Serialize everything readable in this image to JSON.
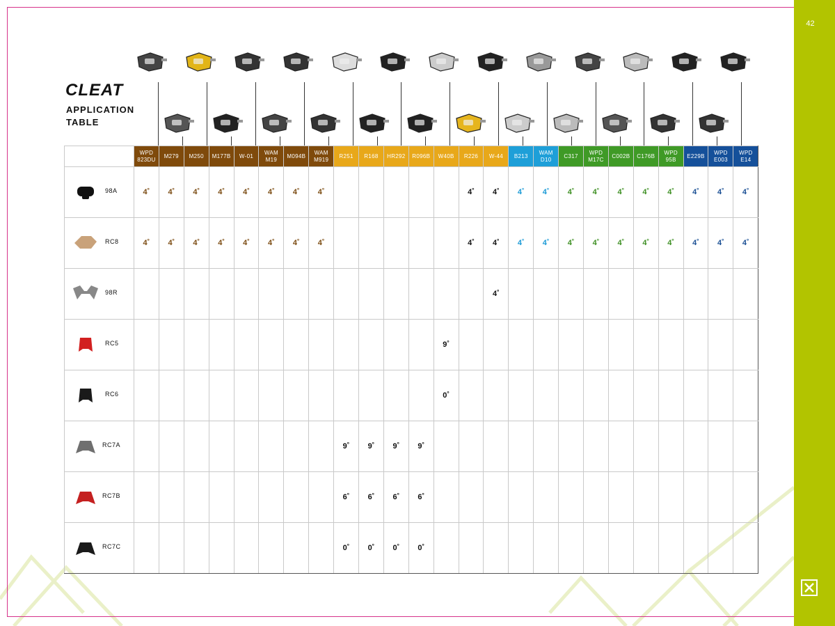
{
  "page_number": "42",
  "title": "CLEAT",
  "subtitle_lines": [
    "APPLICATION",
    "TABLE"
  ],
  "colors": {
    "brown": "#7f4a0b",
    "gold": "#e8a81a",
    "light_blue": "#1e9fd8",
    "green": "#3f9a26",
    "dark_blue": "#15509a",
    "sidebar": "#b2c400",
    "frame": "#d6328a"
  },
  "columns": [
    {
      "l1": "WPD",
      "l2": "823DU",
      "group": "brown"
    },
    {
      "l1": "M279",
      "l2": "",
      "group": "brown"
    },
    {
      "l1": "M250",
      "l2": "",
      "group": "brown"
    },
    {
      "l1": "M177B",
      "l2": "",
      "group": "brown"
    },
    {
      "l1": "W-01",
      "l2": "",
      "group": "brown"
    },
    {
      "l1": "WAM",
      "l2": "M19",
      "group": "brown"
    },
    {
      "l1": "M094B",
      "l2": "",
      "group": "brown"
    },
    {
      "l1": "WAM",
      "l2": "M919",
      "group": "brown"
    },
    {
      "l1": "R251",
      "l2": "",
      "group": "gold"
    },
    {
      "l1": "R168",
      "l2": "",
      "group": "gold"
    },
    {
      "l1": "HR292",
      "l2": "",
      "group": "gold"
    },
    {
      "l1": "R096B",
      "l2": "",
      "group": "gold"
    },
    {
      "l1": "W40B",
      "l2": "",
      "group": "gold"
    },
    {
      "l1": "R226",
      "l2": "",
      "group": "gold"
    },
    {
      "l1": "W-44",
      "l2": "",
      "group": "gold"
    },
    {
      "l1": "B213",
      "l2": "",
      "group": "light_blue"
    },
    {
      "l1": "WAM",
      "l2": "D10",
      "group": "light_blue"
    },
    {
      "l1": "C317",
      "l2": "",
      "group": "green"
    },
    {
      "l1": "WPD",
      "l2": "M17C",
      "group": "green"
    },
    {
      "l1": "C002B",
      "l2": "",
      "group": "green"
    },
    {
      "l1": "C176B",
      "l2": "",
      "group": "green"
    },
    {
      "l1": "WPD",
      "l2": "95B",
      "group": "green"
    },
    {
      "l1": "E229B",
      "l2": "",
      "group": "dark_blue"
    },
    {
      "l1": "WPD",
      "l2": "E003",
      "group": "dark_blue"
    },
    {
      "l1": "WPD",
      "l2": "E14",
      "group": "dark_blue"
    }
  ],
  "pedal_icons": [
    {
      "name": "WPD 823DU",
      "color": "#444444"
    },
    {
      "name": "M279",
      "color": "#555555"
    },
    {
      "name": "M250",
      "color": "#e2b518"
    },
    {
      "name": "M177B",
      "color": "#222222"
    },
    {
      "name": "W-01",
      "color": "#333333"
    },
    {
      "name": "WAM M19",
      "color": "#444444"
    },
    {
      "name": "M094B",
      "color": "#333333"
    },
    {
      "name": "WAM M919",
      "color": "#333333"
    },
    {
      "name": "R251",
      "color": "#dddddd"
    },
    {
      "name": "R168",
      "color": "#222222"
    },
    {
      "name": "HR292",
      "color": "#222222"
    },
    {
      "name": "R096B",
      "color": "#222222"
    },
    {
      "name": "W40B",
      "color": "#cccccc"
    },
    {
      "name": "R226",
      "color": "#e6b51e"
    },
    {
      "name": "W-44",
      "color": "#222222"
    },
    {
      "name": "B213",
      "color": "#cccccc"
    },
    {
      "name": "WAM D10",
      "color": "#999999"
    },
    {
      "name": "C317",
      "color": "#bbbbbb"
    },
    {
      "name": "WPD M17C",
      "color": "#444444"
    },
    {
      "name": "C002B",
      "color": "#555555"
    },
    {
      "name": "C176B",
      "color": "#bbbbbb"
    },
    {
      "name": "WPD 95B",
      "color": "#333333"
    },
    {
      "name": "E229B",
      "color": "#222222"
    },
    {
      "name": "WPD E003",
      "color": "#333333"
    },
    {
      "name": "WPD E14",
      "color": "#222222"
    }
  ],
  "rows": [
    {
      "cleat": "98A",
      "icon_color": "#111111",
      "values": [
        "4˚",
        "4˚",
        "4˚",
        "4˚",
        "4˚",
        "4˚",
        "4˚",
        "4˚",
        "",
        "",
        "",
        "",
        "",
        "4˚",
        "4˚",
        "4˚",
        "4˚",
        "4˚",
        "4˚",
        "4˚",
        "4˚",
        "4˚",
        "4˚",
        "4˚",
        "4˚"
      ]
    },
    {
      "cleat": "RC8",
      "icon_color": "#c9a27a",
      "values": [
        "4˚",
        "4˚",
        "4˚",
        "4˚",
        "4˚",
        "4˚",
        "4˚",
        "4˚",
        "",
        "",
        "",
        "",
        "",
        "4˚",
        "4˚",
        "4˚",
        "4˚",
        "4˚",
        "4˚",
        "4˚",
        "4˚",
        "4˚",
        "4˚",
        "4˚",
        "4˚"
      ]
    },
    {
      "cleat": "98R",
      "icon_color": "#888888",
      "values": [
        "",
        "",
        "",
        "",
        "",
        "",
        "",
        "",
        "",
        "",
        "",
        "",
        "",
        "",
        "4˚",
        "",
        "",
        "",
        "",
        "",
        "",
        "",
        "",
        "",
        ""
      ]
    },
    {
      "cleat": "RC5",
      "icon_color": "#d22020",
      "values": [
        "",
        "",
        "",
        "",
        "",
        "",
        "",
        "",
        "",
        "",
        "",
        "",
        "9˚",
        "",
        "",
        "",
        "",
        "",
        "",
        "",
        "",
        "",
        "",
        "",
        ""
      ]
    },
    {
      "cleat": "RC6",
      "icon_color": "#1a1a1a",
      "values": [
        "",
        "",
        "",
        "",
        "",
        "",
        "",
        "",
        "",
        "",
        "",
        "",
        "0˚",
        "",
        "",
        "",
        "",
        "",
        "",
        "",
        "",
        "",
        "",
        "",
        ""
      ]
    },
    {
      "cleat": "RC7A",
      "icon_color": "#6f6f6f",
      "values": [
        "",
        "",
        "",
        "",
        "",
        "",
        "",
        "",
        "9˚",
        "9˚",
        "9˚",
        "9˚",
        "",
        "",
        "",
        "",
        "",
        "",
        "",
        "",
        "",
        "",
        "",
        "",
        ""
      ]
    },
    {
      "cleat": "RC7B",
      "icon_color": "#c42020",
      "values": [
        "",
        "",
        "",
        "",
        "",
        "",
        "",
        "",
        "6˚",
        "6˚",
        "6˚",
        "6˚",
        "",
        "",
        "",
        "",
        "",
        "",
        "",
        "",
        "",
        "",
        "",
        "",
        ""
      ]
    },
    {
      "cleat": "RC7C",
      "icon_color": "#1a1a1a",
      "values": [
        "",
        "",
        "",
        "",
        "",
        "",
        "",
        "",
        "0˚",
        "0˚",
        "0˚",
        "0˚",
        "",
        "",
        "",
        "",
        "",
        "",
        "",
        "",
        "",
        "",
        "",
        "",
        ""
      ]
    }
  ]
}
